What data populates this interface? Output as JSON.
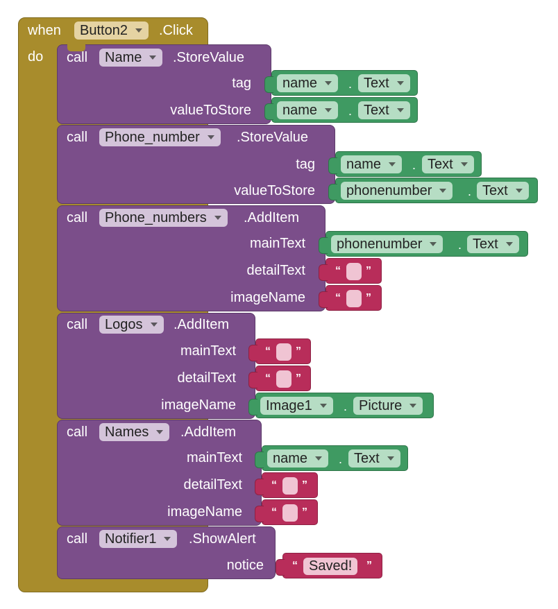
{
  "event": {
    "when_label": "when",
    "component": "Button2",
    "event_name": ".Click",
    "do_label": "do"
  },
  "labels": {
    "call": "call",
    "tag": "tag",
    "valueToStore": "valueToStore",
    "mainText": "mainText",
    "detailText": "detailText",
    "imageName": "imageName",
    "notice": "notice",
    "dot": ".",
    "open_quote": "“",
    "close_quote": "”"
  },
  "blocks": {
    "store_name": {
      "component": "Name",
      "method": ".StoreValue",
      "tag": {
        "component": "name",
        "property": "Text"
      },
      "value": {
        "component": "name",
        "property": "Text"
      }
    },
    "store_phone": {
      "component": "Phone_number",
      "method": ".StoreValue",
      "tag": {
        "component": "name",
        "property": "Text"
      },
      "value": {
        "component": "phonenumber",
        "property": "Text"
      }
    },
    "add_phone_numbers": {
      "component": "Phone_numbers",
      "method": ".AddItem",
      "mainText": {
        "component": "phonenumber",
        "property": "Text"
      },
      "detailText": "",
      "imageName": ""
    },
    "add_logos": {
      "component": "Logos",
      "method": ".AddItem",
      "mainText": "",
      "detailText": "",
      "imageName": {
        "component": "Image1",
        "property": "Picture"
      }
    },
    "add_names": {
      "component": "Names",
      "method": ".AddItem",
      "mainText": {
        "component": "name",
        "property": "Text"
      },
      "detailText": "",
      "imageName": ""
    },
    "show_alert": {
      "component": "Notifier1",
      "method": ".ShowAlert",
      "notice": "Saved!"
    }
  },
  "colors": {
    "event_block": "#a88c2c",
    "procedure_block": "#7b4e8a",
    "component_getter": "#3f9a62",
    "text_literal": "#b82d5a"
  }
}
